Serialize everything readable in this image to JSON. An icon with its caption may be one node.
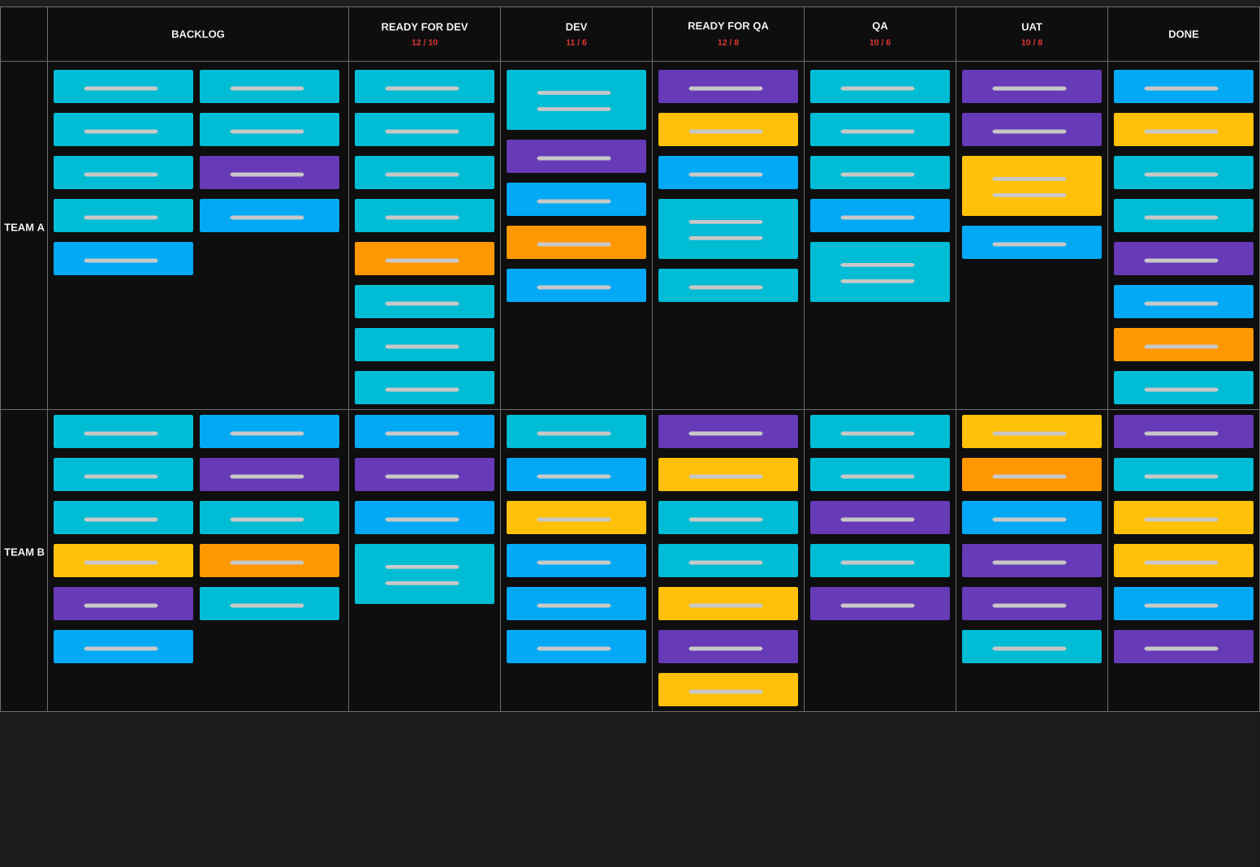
{
  "diagram": {
    "nodes": [
      {
        "text": [],
        "shape": "box"
      },
      {
        "text": [],
        "shape": "box"
      },
      {
        "text": [],
        "shape": "box"
      },
      {
        "text": [],
        "shape": "box"
      },
      {
        "text": [],
        "shape": "box"
      },
      {
        "text": [],
        "shape": "box"
      },
      {
        "text": [],
        "shape": "box"
      },
      {
        "text": [],
        "shape": "box"
      },
      {
        "text": [],
        "shape": "box"
      },
      {
        "text": [],
        "shape": "box"
      },
      {
        "text": [],
        "shape": "box"
      },
      {
        "text": [],
        "shape": "box"
      },
      {
        "text": [],
        "shape": "box"
      },
      {
        "text": [],
        "shape": "box"
      },
      {
        "text": [],
        "shape": "box"
      },
      {
        "text": [],
        "shape": "box"
      },
      {
        "text": [],
        "shape": "box"
      },
      {
        "text": [],
        "shape": "box"
      },
      {
        "text": [],
        "shape": "box"
      },
      {
        "text": [],
        "shape": "box"
      },
      {
        "text": [],
        "shape": "box"
      },
      {
        "text": [],
        "shape": "box"
      },
      {
        "text": [],
        "shape": "box"
      },
      {
        "text": [],
        "shape": "box"
      },
      {
        "text": [],
        "shape": "box"
      },
      {
        "text": [],
        "shape": "box"
      },
      {
        "text": [],
        "shape": "box"
      },
      {
        "text": [],
        "shape": "box"
      },
      {
        "text": [],
        "shape": "box"
      },
      {
        "text": [],
        "shape": "box"
      },
      {
        "text": [],
        "shape": "box"
      },
      {
        "text": [],
        "shape": "box"
      },
      {
        "text": [],
        "shape": "box"
      },
      {
        "text": [],
        "shape": "box"
      },
      {
        "text": [],
        "shape": "box"
      },
      {
        "text": [],
        "shape": "box"
      },
      {
        "text": [],
        "shape": "box"
      },
      {
        "text": [],
        "shape": "box"
      },
      {
        "text": [],
        "shape": "box"
      },
      {
        "text": [],
        "shape": "box"
      },
      {
        "text": [],
        "shape": "box"
      },
      {
        "text": [],
        "shape": "box"
      },
      {
        "text": [],
        "shape": "box"
      },
      {
        "text": [],
        "shape": "box"
      },
      {
        "text": [],
        "shape": "box"
      },
      {
        "text": [],
        "shape": "box"
      },
      {
        "text": [],
        "shape": "box"
      },
      {
        "text": [],
        "shape": "box"
      },
      {
        "text": [],
        "shape": "box"
      },
      {
        "text": [],
        "shape": "box"
      },
      {
        "text": [],
        "shape": "box"
      },
      {
        "text": [],
        "shape": "box"
      },
      {
        "text": [],
        "shape": "box"
      },
      {
        "text": [],
        "shape": "box"
      },
      {
        "text": [],
        "shape": "box"
      },
      {
        "text": [],
        "shape": "box"
      },
      {
        "text": [],
        "shape": "box"
      },
      {
        "text": [],
        "shape": "box"
      },
      {
        "text": [],
        "shape": "box"
      },
      {
        "text": [],
        "shape": "box"
      },
      {
        "text": [],
        "shape": "box"
      },
      {
        "text": [],
        "shape": "box"
      },
      {
        "text": [],
        "shape": "box"
      },
      {
        "text": [],
        "shape": "box"
      },
      {
        "text": [],
        "shape": "box"
      },
      {
        "text": [],
        "shape": "box"
      },
      {
        "text": [],
        "shape": "box"
      },
      {
        "text": [],
        "shape": "box"
      },
      {
        "text": [],
        "shape": "box"
      },
      {
        "text": [],
        "shape": "box"
      },
      {
        "text": [],
        "shape": "box"
      },
      {
        "text": [],
        "shape": "box"
      },
      {
        "text": [],
        "shape": "box"
      },
      {
        "text": [],
        "shape": "box"
      },
      {
        "text": [],
        "shape": "box"
      },
      {
        "text": [],
        "shape": "box"
      },
      {
        "text": [],
        "shape": "box"
      },
      {
        "text": [],
        "shape": "box"
      },
      {
        "text": [],
        "shape": "box"
      },
      {
        "text": [],
        "shape": "box"
      },
      {
        "text": [],
        "shape": "box"
      },
      {
        "text": [],
        "shape": "box"
      },
      {
        "text": [],
        "shape": "box"
      },
      {
        "text": [],
        "shape": "box"
      },
      {
        "text": [],
        "shape": "box"
      },
      {
        "text": [],
        "shape": "box"
      },
      {
        "text": [],
        "shape": "box"
      },
      {
        "text": [],
        "shape": "box"
      },
      {
        "text": [],
        "shape": "box"
      }
    ],
    "labels": [
      "BACKLOG",
      "READY FOR DEV",
      "12 / 10",
      "DEV",
      "11 / 6",
      "READY FOR QA",
      "12 / 8",
      "QA",
      "10 / 6",
      "UAT",
      "10 / 8",
      "DONE",
      "TEAM A",
      "TEAM B"
    ]
  }
}
